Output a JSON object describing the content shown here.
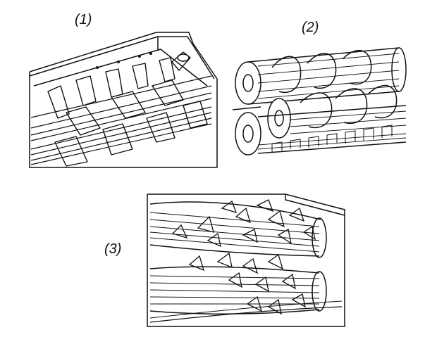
{
  "labels": {
    "fig1": "(1)",
    "fig2": "(2)",
    "fig3": "(3)"
  },
  "colors": {
    "ink": "#111111",
    "paper": "#ffffff"
  }
}
